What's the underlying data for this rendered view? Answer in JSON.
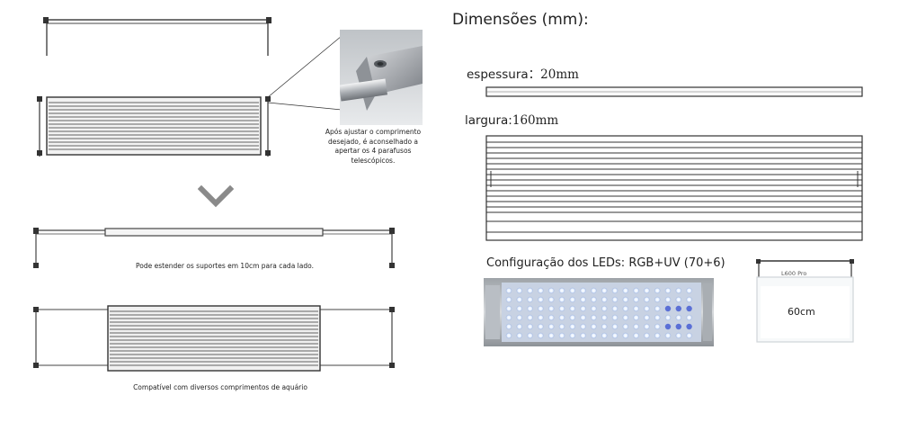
{
  "left": {
    "callout_text": "Após ajustar o comprimento desejado, é aconselhado a apertar os 4 parafusos telescópicos.",
    "extend_caption": "Pode estender os suportes em 10cm para cada lado.",
    "compat_caption": "Compatível com diversos comprimentos de aquário",
    "arrow_icon": "chevron-down-icon"
  },
  "right": {
    "title": "Dimensões (mm):",
    "thickness_label": "espessura",
    "thickness_value": "20mm",
    "width_label": "largura",
    "width_value": "160mm",
    "led_config": "Configuração dos LEDs: RGB+UV (70+6)",
    "tank_model": "L600 Pro",
    "tank_length": "60cm"
  },
  "colors": {
    "line": "#444444",
    "arrow": "#8a8a8a",
    "led_white": "#ffffff",
    "led_blue": "#5a6fd6"
  }
}
